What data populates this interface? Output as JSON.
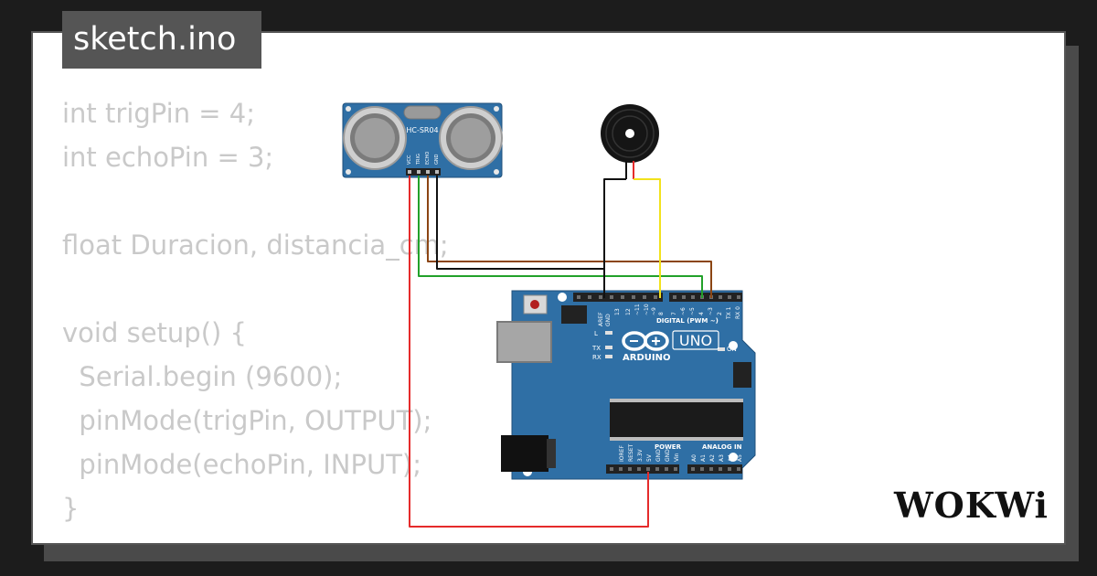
{
  "file_tab": {
    "label": "sketch.ino"
  },
  "code_lines": [
    "int trigPin = 4;",
    "int echoPin = 3;",
    "",
    "float Duracion, distancia_cm;",
    "",
    "void setup() {",
    "  Serial.begin (9600);",
    "  pinMode(trigPin, OUTPUT);",
    "  pinMode(echoPin, INPUT);",
    "}"
  ],
  "sensor": {
    "label": "HC-SR04",
    "pins": [
      "VCC",
      "TRIG",
      "ECHO",
      "GND"
    ]
  },
  "board": {
    "model": "UNO",
    "brand": "ARDUINO",
    "digital_label": "DIGITAL (PWM ~)",
    "power_label": "POWER",
    "analog_label": "ANALOG IN",
    "led_l": "L",
    "led_tx": "TX",
    "led_rx": "RX",
    "led_on": "ON",
    "digital_pins_left": [
      "AREF",
      "GND",
      "13",
      "12",
      "~11",
      "~10",
      "~9",
      "8"
    ],
    "digital_pins_right": [
      "7",
      "~6",
      "~5",
      "4",
      "~3",
      "2",
      "TX 1",
      "RX 0"
    ],
    "power_pins": [
      "IOREF",
      "RESET",
      "3.3V",
      "5V",
      "GND",
      "GND",
      "Vin"
    ],
    "analog_pins": [
      "A0",
      "A1",
      "A2",
      "A3",
      "A4",
      "A5"
    ]
  },
  "brand_logo": {
    "text": "WOKWi"
  },
  "colors": {
    "background": "#1c1c1c",
    "board": "#2f6fa5",
    "wire_red": "#e52b2b",
    "wire_green": "#22a12a",
    "wire_brown": "#8b4513",
    "wire_black": "#111111",
    "wire_yellow": "#f2e21c"
  }
}
